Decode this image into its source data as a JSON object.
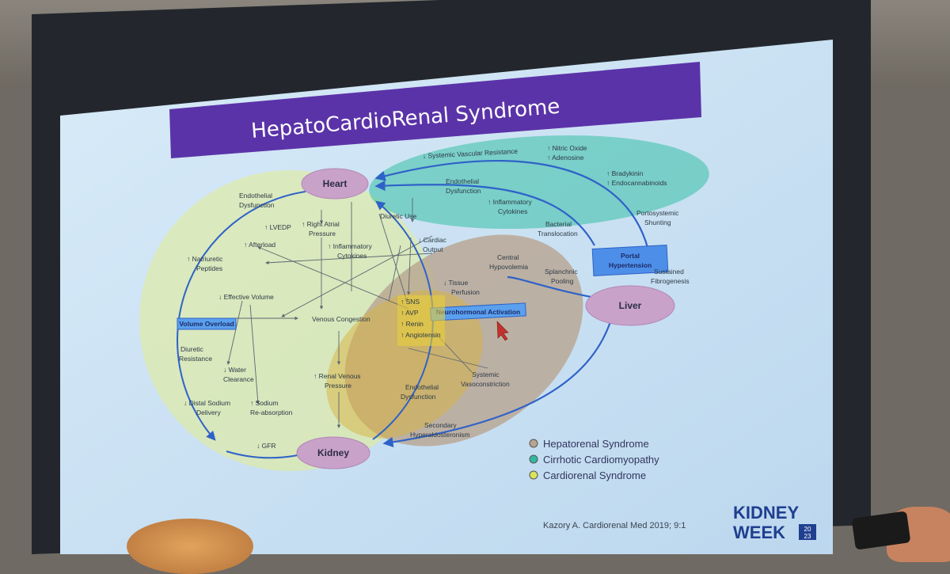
{
  "slide": {
    "title": "HepatoCardioRenal Syndrome",
    "citation": "Kazory A. Cardiorenal Med 2019; 9:1",
    "brand": {
      "line1": "KIDNEY",
      "line2": "WEEK",
      "year_top": "20",
      "year_bottom": "23"
    }
  },
  "nodes": {
    "heart": "Heart",
    "kidney": "Kidney",
    "liver": "Liver",
    "portal_hypertension_1": "Portal",
    "portal_hypertension_2": "Hypertension",
    "neurohormonal": "Neurohormonal Activation",
    "volume_overload": "Volume Overload"
  },
  "labels": {
    "svr": "↓ Systemic Vascular  Resistance",
    "nitric_oxide": "↑ Nitric Oxide",
    "adenosine": "↑ Adenosine",
    "bradykinin": "↑ Bradykinin",
    "endocannabinoids": "↑ Endocannabinoids",
    "endo_dys_top_1": "Endothelial",
    "endo_dys_top_2": "Dysfunction",
    "inflam_top_1": "↑ Inflammatory",
    "inflam_top_2": "Cytokines",
    "bacterial_1": "Bacterial",
    "bacterial_2": "Translocation",
    "portosystemic_1": "Portosystemic",
    "portosystemic_2": "Shunting",
    "sustained_1": "Sustained",
    "sustained_2": "Fibrogenesis",
    "endo_dys_left_1": "Endothelial",
    "endo_dys_left_2": "Dysfunction",
    "lvedp": "↑ LVEDP",
    "rap_1": "↑ Right Atrial",
    "rap_2": "Pressure",
    "inflam_mid_1": "↑ Inflammatory",
    "inflam_mid_2": "Cytokines",
    "diuretic_use": "Diuretic Use",
    "cardiac_output_1": "↓ Cardiac",
    "cardiac_output_2": "Output",
    "afterload": "↑ Afterload",
    "natriuretic_1": "↑ Natriuretic",
    "natriuretic_2": "Peptides",
    "effective_volume": "↓ Effective Volume",
    "venous_congestion": "Venous Congestion",
    "diuretic_resistance_1": "Diuretic",
    "diuretic_resistance_2": "Resistance",
    "water_clearance_1": "↓ Water",
    "water_clearance_2": "Clearance",
    "sodium_1": "↑ Sodium",
    "sodium_2": "Re-absorption",
    "distal_1": "↓ Distal Sodium",
    "distal_2": "Delivery",
    "gfr": "↓ GFR",
    "renal_venous_1": "↑ Renal Venous",
    "renal_venous_2": "Pressure",
    "central_1": "Central",
    "central_2": "Hypovolemia",
    "splanchnic_1": "Splanchnic",
    "splanchnic_2": "Pooling",
    "tissue_1": "↓ Tissue",
    "tissue_2": "Perfusion",
    "sns": "↑ SNS",
    "avp": "↑ AVP",
    "renin": "↑ Renin",
    "angiotensin": "↑ Angiotensin",
    "systemic_vaso_1": "Systemic",
    "systemic_vaso_2": "Vasoconstriction",
    "endo_dys_bottom_1": "Endothelial",
    "endo_dys_bottom_2": "Dysfunction",
    "secondary_1": "Secondary",
    "secondary_2": "Hyperaldosteronism"
  },
  "legend": [
    {
      "label": "Hepatorenal Syndrome",
      "color": "#b9a48f"
    },
    {
      "label": "Cirrhotic Cardiomyopathy",
      "color": "#33b89f"
    },
    {
      "label": "Cardiorenal Syndrome",
      "color": "#d9e45a"
    }
  ],
  "colors": {
    "slide_bg": "#cfe3f4",
    "title_bar": "#5b33a8",
    "arrow_blue": "#2f62c8",
    "node_fill": "#c9a2c9",
    "box_fill": "#4d8fe8"
  }
}
